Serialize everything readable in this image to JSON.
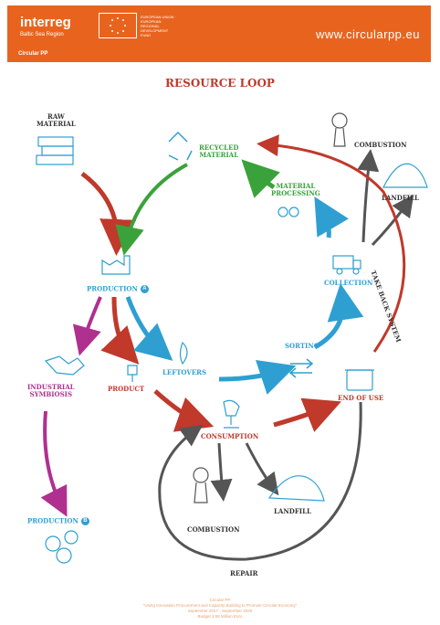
{
  "header": {
    "logo": "interreg",
    "region": "Baltic Sea Region",
    "eu_text": "EUROPEAN UNION · EUROPEAN REGIONAL DEVELOPMENT FUND",
    "url": "www.circularpp.eu",
    "project": "Circular PP"
  },
  "title": "RESOURCE LOOP",
  "labels": {
    "raw_material": "RAW\nMATERIAL",
    "recycled_material": "RECYCLED\nMATERIAL",
    "combustion_top": "COMBUSTION",
    "landfill_top": "LANDFILL",
    "material_processing": "MATERIAL\nPROCESSING",
    "take_back_system": "TAKE BACK SYSTEM",
    "production_a": "PRODUCTION",
    "badge_a": "A",
    "collection": "COLLECTION",
    "sorting": "SORTING",
    "industrial_symbiosis": "INDUSTRIAL\nSYMBIOSIS",
    "product": "PRODUCT",
    "leftovers": "LEFTOVERS",
    "end_of_use": "END OF USE",
    "consumption": "CONSUMPTION",
    "combustion_bottom": "COMBUSTION",
    "landfill_bottom": "LANDFILL",
    "production_b": "PRODUCTION",
    "badge_b": "B",
    "repair": "REPAIR"
  },
  "footer": {
    "line1": "Circular PP",
    "line2": "\"Using Innovation Procurement and Capacity Building to Promote Circular Economy\"",
    "line3": "September 2017 - September 2020",
    "line4": "Budget 3.58 Million Euro"
  },
  "colors": {
    "header": "#e8641e",
    "blue": "#2f9fd2",
    "green": "#3aa23a",
    "red": "#c0392b",
    "purple": "#b0308f",
    "gray": "#555555"
  }
}
